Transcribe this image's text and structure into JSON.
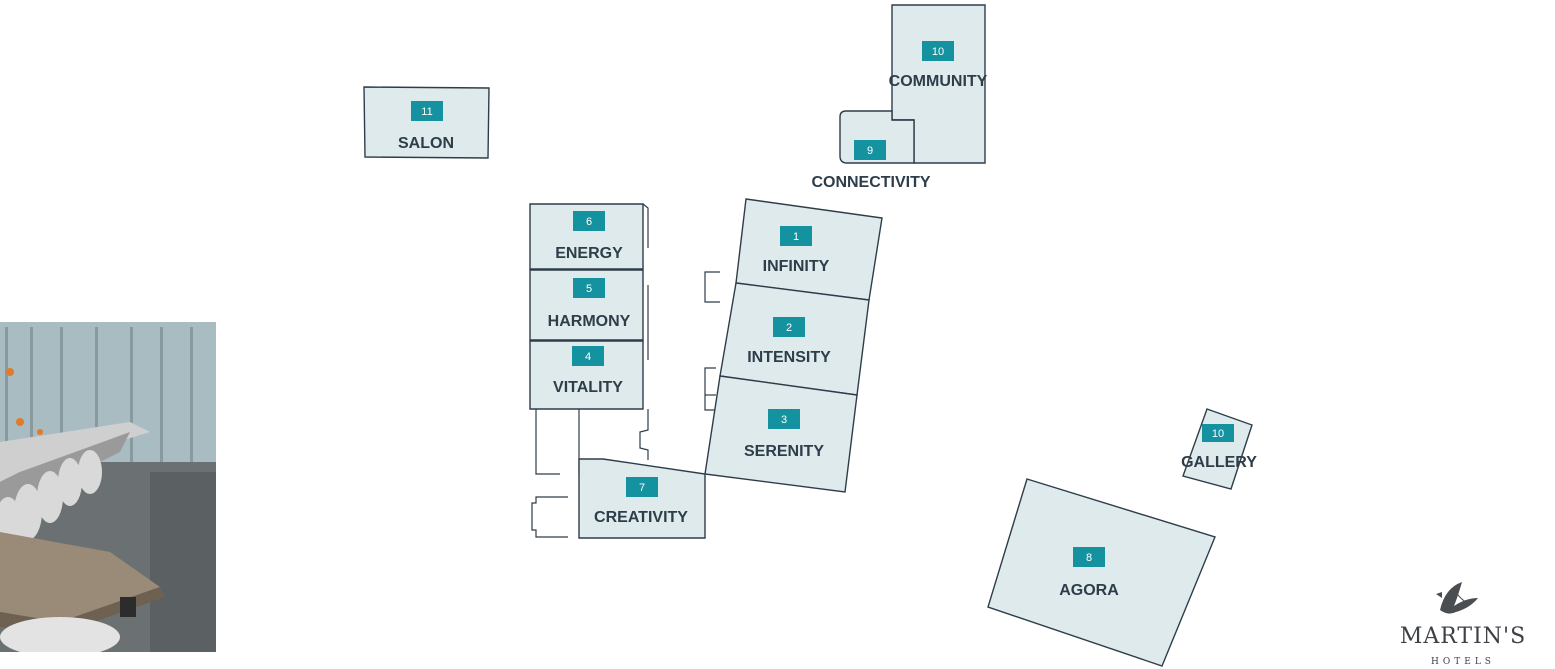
{
  "brand": {
    "name": "MARTIN'S",
    "sub": "HOTELS"
  },
  "colors": {
    "room_fill": "#deeaec",
    "badge": "#15929f",
    "outline": "#2e3d4a"
  },
  "rooms": {
    "infinity": {
      "number": "1",
      "name": "INFINITY"
    },
    "intensity": {
      "number": "2",
      "name": "INTENSITY"
    },
    "serenity": {
      "number": "3",
      "name": "SERENITY"
    },
    "vitality": {
      "number": "4",
      "name": "VITALITY"
    },
    "harmony": {
      "number": "5",
      "name": "HARMONY"
    },
    "energy": {
      "number": "6",
      "name": "ENERGY"
    },
    "creativity": {
      "number": "7",
      "name": "CREATIVITY"
    },
    "agora": {
      "number": "8",
      "name": "AGORA"
    },
    "connectivity": {
      "number": "9",
      "name": "CONNECTIVITY"
    },
    "community": {
      "number": "10",
      "name": "COMMUNITY"
    },
    "gallery": {
      "number": "10",
      "name": "GALLERY"
    },
    "salon": {
      "number": "11",
      "name": "SALON"
    }
  }
}
